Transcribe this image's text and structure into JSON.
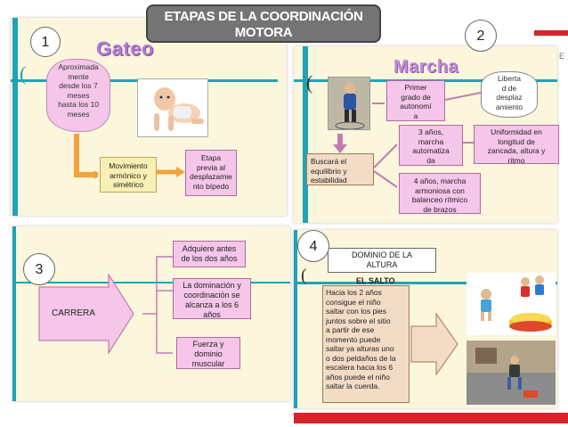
{
  "title": {
    "line1": "ETAPAS DE LA COORDINACIÓN",
    "line2": "MOTORA"
  },
  "numbers": [
    "1",
    "2",
    "3",
    "4"
  ],
  "panel1": {
    "heading": "Gateo",
    "cloud_lines": [
      "Aproximada",
      "mente",
      "desde los 7",
      "meses",
      "hasta los 10",
      "meses"
    ],
    "box_movimiento": [
      "Movimiento",
      "armónico y",
      "simétrico"
    ],
    "box_etapa": [
      "Etapa",
      "previa al",
      "desplazamie",
      "nto bípedo"
    ],
    "photo_alt": "baby-crawling"
  },
  "panel2": {
    "heading": "Marcha",
    "box_primer": [
      "Primer",
      "grado de",
      "autonomí",
      "a"
    ],
    "cloud_libertad": [
      "Liberta",
      "d de",
      "desplaz",
      "amiento"
    ],
    "box_3anos": [
      "3 años,",
      "marcha",
      "automatiza",
      "da"
    ],
    "box_uniformidad": [
      "Uniformidad en",
      "longitud de",
      "zancada, altura y",
      "ritmo"
    ],
    "box_buscara": [
      "Buscará el",
      "equilibrio y",
      "estabilidad"
    ],
    "box_4anos": [
      "4 años, marcha",
      "armoniosa con",
      "balanceo rítmico",
      "de brazos"
    ],
    "side_letter": "E"
  },
  "panel3": {
    "arrow_label": "CARRERA",
    "box_adquiere": [
      "Adquiere antes",
      "de los dos años"
    ],
    "box_dominacion": [
      "La dominación y",
      "coordinación se",
      "alcanza a los 6",
      "años"
    ],
    "box_fuerza": [
      "Fuerza y",
      "dominio",
      "muscular"
    ]
  },
  "panel4": {
    "box_dominio": [
      "DOMINIO DE LA",
      "ALTURA"
    ],
    "salto_title": "EL SALTO",
    "salto_lines": [
      "Hacia los 2 años",
      "consigue el niño",
      "saltar con los pies",
      "juntos sobre el sitio",
      "a partir de ese",
      "momento puede",
      "saltar ya alturas uno",
      "o dos peldaños de la",
      "escalera hacia los 6",
      "años puede el niño",
      "saltar la cuerda."
    ]
  },
  "colors": {
    "teal": "#1fa3b7",
    "pink_box": "#f5c6ea",
    "yellow_box": "#f8efb4",
    "panel_bg": "#fbf6dc",
    "title_bg": "#747474",
    "red_accent": "#d8232a"
  }
}
